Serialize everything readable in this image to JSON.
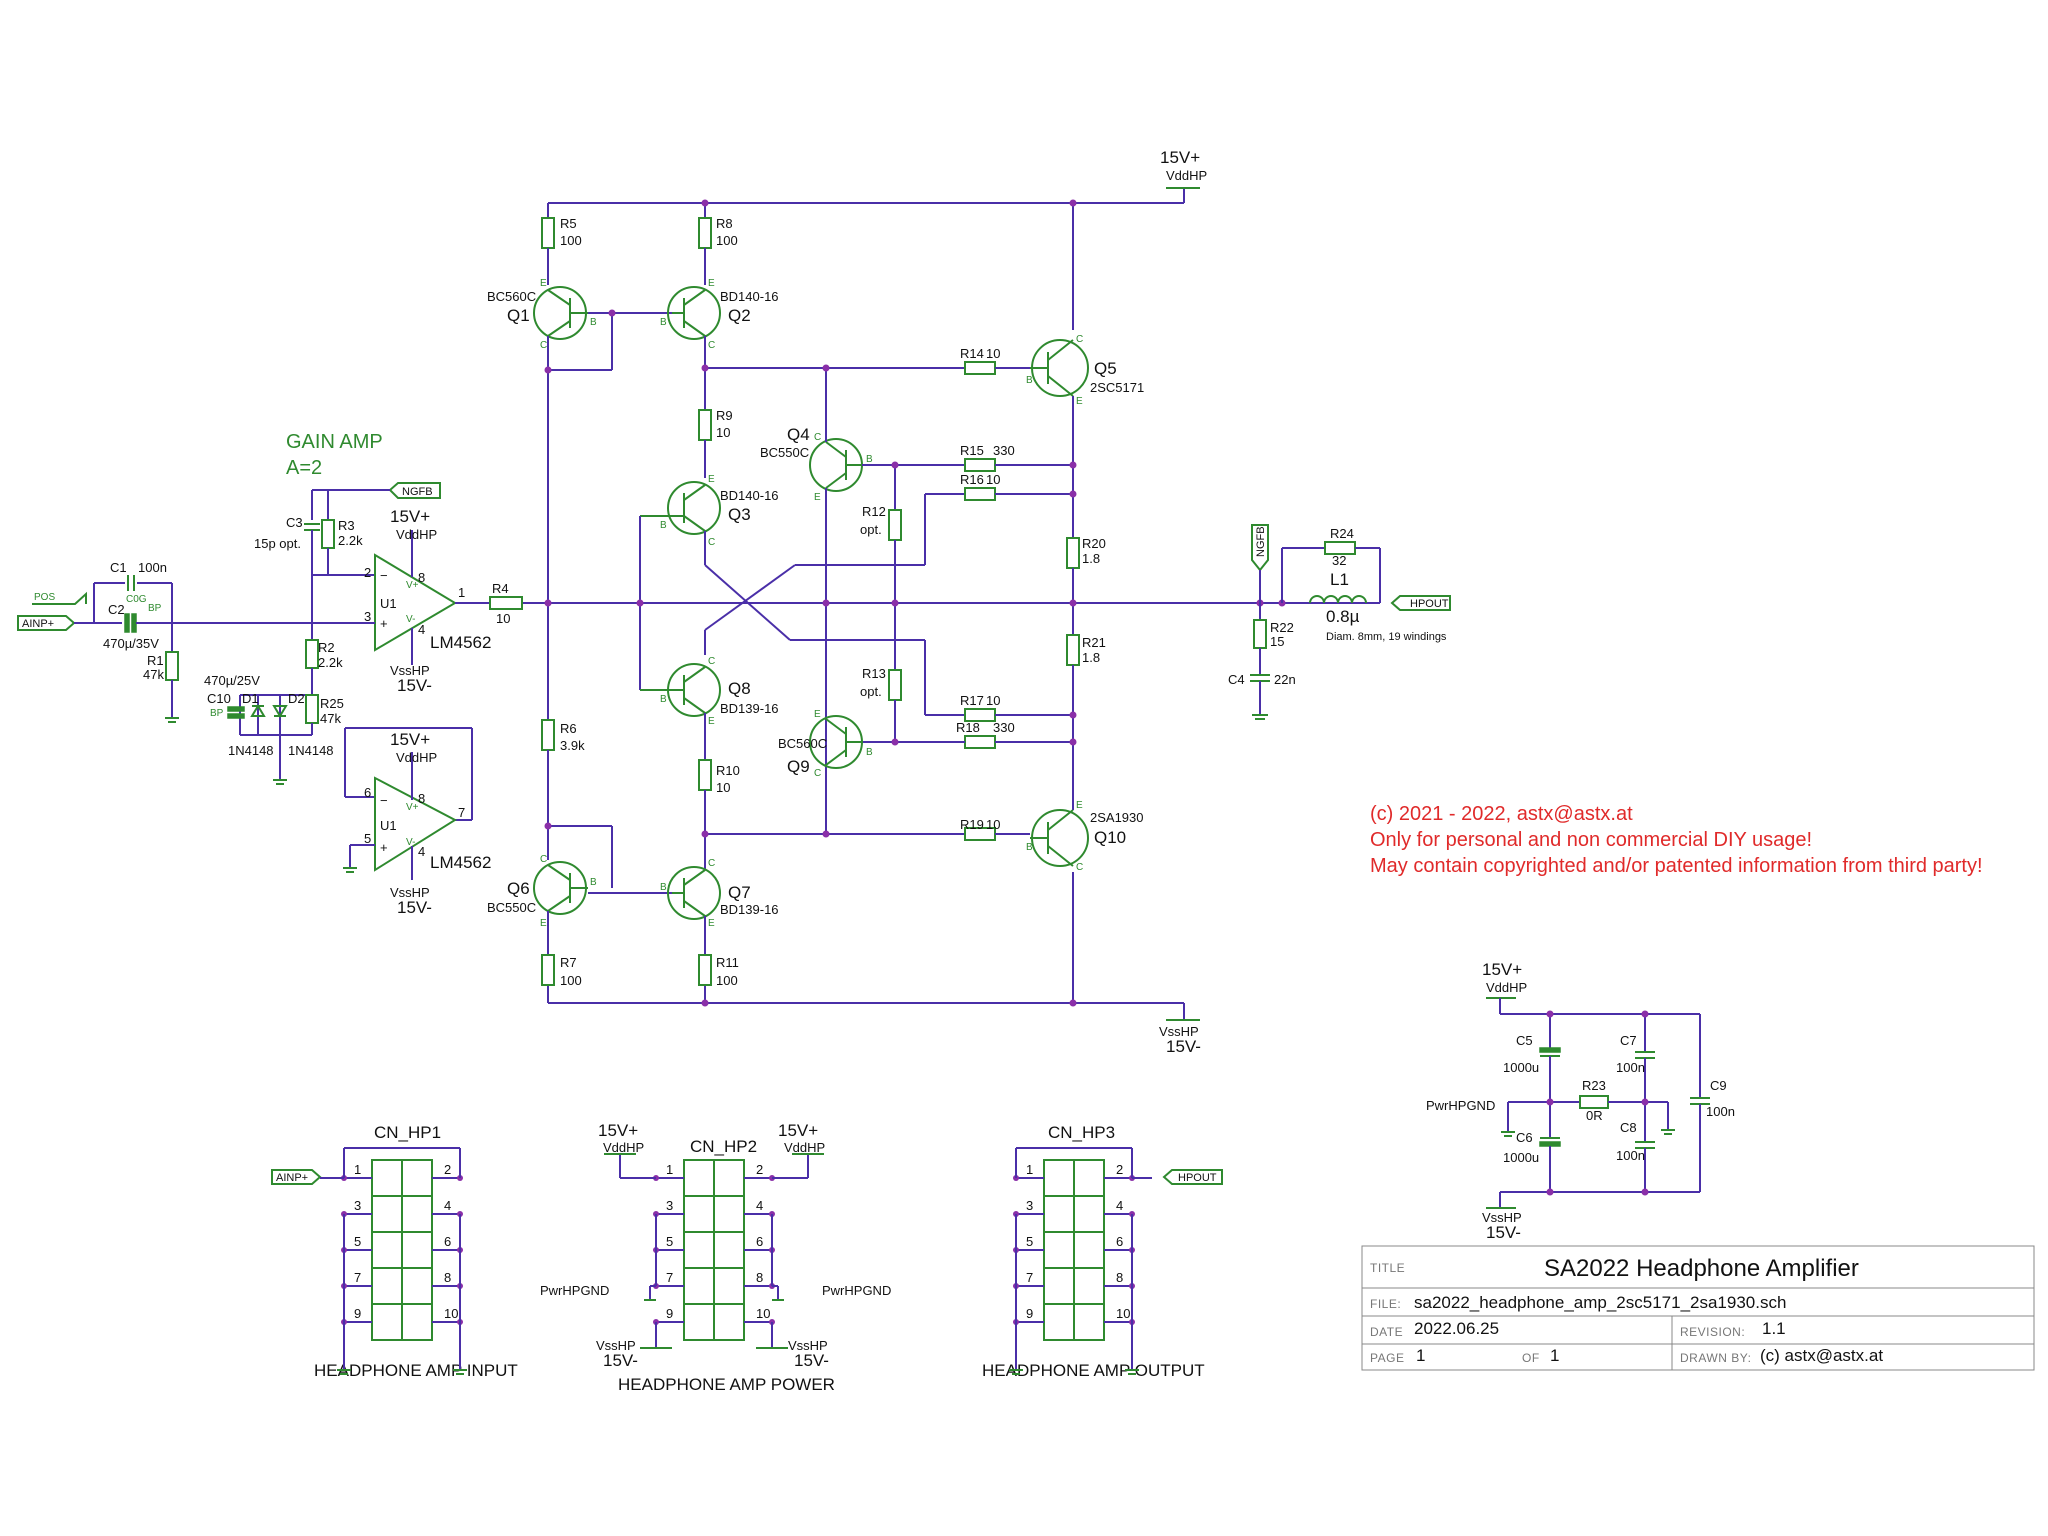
{
  "title_block": {
    "title_key": "TITLE",
    "title": "SA2022 Headphone Amplifier",
    "file_key": "FILE:",
    "file": "sa2022_headphone_amp_2sc5171_2sa1930.sch",
    "date_key": "DATE",
    "date": "2022.06.25",
    "revision_key": "REVISION:",
    "revision": "1.1",
    "page_key": "PAGE",
    "page": "1",
    "of_key": "OF",
    "of": "1",
    "drawn_key": "DRAWN BY:",
    "drawn_by": "(c) astx@astx.at"
  },
  "notice": {
    "line1": "(c) 2021 - 2022, astx@astx.at",
    "line2": "Only for personal and non commercial DIY usage!",
    "line3": "May contain copyrighted and/or patented information from third party!"
  },
  "gain_amp": {
    "title": "GAIN AMP",
    "gain": "A=2"
  },
  "power": {
    "vpos": "15V+",
    "vdd": "VddHP",
    "vneg": "15V-",
    "vss": "VssHP",
    "pgnd": "PwrHPGND"
  },
  "nets": {
    "ngfb": "NGFB",
    "ainp": "AINP+",
    "hpout": "HPOUT",
    "pos": "POS"
  },
  "transistors": {
    "q1": {
      "ref": "Q1",
      "part": "BC560C"
    },
    "q2": {
      "ref": "Q2",
      "part": "BD140-16"
    },
    "q3": {
      "ref": "Q3",
      "part": "BD140-16"
    },
    "q4": {
      "ref": "Q4",
      "part": "BC550C"
    },
    "q5": {
      "ref": "Q5",
      "part": "2SC5171"
    },
    "q6": {
      "ref": "Q6",
      "part": "BC550C"
    },
    "q7": {
      "ref": "Q7",
      "part": "BD139-16"
    },
    "q8": {
      "ref": "Q8",
      "part": "BD139-16"
    },
    "q9": {
      "ref": "Q9",
      "part": "BC560C"
    },
    "q10": {
      "ref": "Q10",
      "part": "2SA1930"
    }
  },
  "pins": {
    "b": "B",
    "c": "C",
    "e": "E"
  },
  "resistors": {
    "r1": {
      "ref": "R1",
      "val": "47k"
    },
    "r2": {
      "ref": "R2",
      "val": "2.2k"
    },
    "r3": {
      "ref": "R3",
      "val": "2.2k"
    },
    "r4": {
      "ref": "R4",
      "val": "10"
    },
    "r5": {
      "ref": "R5",
      "val": "100"
    },
    "r6": {
      "ref": "R6",
      "val": "3.9k"
    },
    "r7": {
      "ref": "R7",
      "val": "100"
    },
    "r8": {
      "ref": "R8",
      "val": "100"
    },
    "r9": {
      "ref": "R9",
      "val": "10"
    },
    "r10": {
      "ref": "R10",
      "val": "10"
    },
    "r11": {
      "ref": "R11",
      "val": "100"
    },
    "r12": {
      "ref": "R12",
      "val": "opt."
    },
    "r13": {
      "ref": "R13",
      "val": "opt."
    },
    "r14": {
      "ref": "R14",
      "val": "10"
    },
    "r15": {
      "ref": "R15",
      "val": "330"
    },
    "r16": {
      "ref": "R16",
      "val": "10"
    },
    "r17": {
      "ref": "R17",
      "val": "10"
    },
    "r18": {
      "ref": "R18",
      "val": "330"
    },
    "r19": {
      "ref": "R19",
      "val": "10"
    },
    "r20": {
      "ref": "R20",
      "val": "1.8"
    },
    "r21": {
      "ref": "R21",
      "val": "1.8"
    },
    "r22": {
      "ref": "R22",
      "val": "15"
    },
    "r23": {
      "ref": "R23",
      "val": "0R"
    },
    "r24": {
      "ref": "R24",
      "val": "32"
    },
    "r25": {
      "ref": "R25",
      "val": "47k"
    }
  },
  "capacitors": {
    "c1": {
      "ref": "C1",
      "val": "100n",
      "note": "C0G"
    },
    "c2": {
      "ref": "C2",
      "val": "470µ/35V",
      "note": "BP"
    },
    "c3": {
      "ref": "C3",
      "val": "15p opt."
    },
    "c4": {
      "ref": "C4",
      "val": "22n"
    },
    "c5": {
      "ref": "C5",
      "val": "1000u"
    },
    "c6": {
      "ref": "C6",
      "val": "1000u"
    },
    "c7": {
      "ref": "C7",
      "val": "100n"
    },
    "c8": {
      "ref": "C8",
      "val": "100n"
    },
    "c9": {
      "ref": "C9",
      "val": "100n"
    },
    "c10": {
      "ref": "C10",
      "val": "470µ/25V",
      "note": "BP"
    }
  },
  "diodes": {
    "d1": {
      "ref": "D1",
      "val": "1N4148"
    },
    "d2": {
      "ref": "D2",
      "val": "1N4148"
    }
  },
  "inductor": {
    "ref": "L1",
    "val": "0.8µ",
    "note": "Diam. 8mm, 19 windings"
  },
  "opamps": {
    "u1a": {
      "ref": "U1",
      "part": "LM4562",
      "p8": "8",
      "p4": "4",
      "pin_a": "2",
      "pin_b": "3",
      "out": "1",
      "vp": "V+",
      "vm": "V-"
    },
    "u1b": {
      "ref": "U1",
      "part": "LM4562",
      "p8": "8",
      "p4": "4",
      "pin_a": "6",
      "pin_b": "5",
      "out": "7",
      "vp": "V+",
      "vm": "V-"
    }
  },
  "connectors": {
    "cn1": {
      "ref": "CN_HP1",
      "caption": "HEADPHONE AMP INPUT",
      "pins": [
        "1",
        "2",
        "3",
        "4",
        "5",
        "6",
        "7",
        "8",
        "9",
        "10"
      ]
    },
    "cn2": {
      "ref": "CN_HP2",
      "caption": "HEADPHONE AMP POWER",
      "pins": [
        "1",
        "2",
        "3",
        "4",
        "5",
        "6",
        "7",
        "8",
        "9",
        "10"
      ]
    },
    "cn3": {
      "ref": "CN_HP3",
      "caption": "HEADPHONE AMP OUTPUT",
      "pins": [
        "1",
        "2",
        "3",
        "4",
        "5",
        "6",
        "7",
        "8",
        "9",
        "10"
      ]
    }
  }
}
